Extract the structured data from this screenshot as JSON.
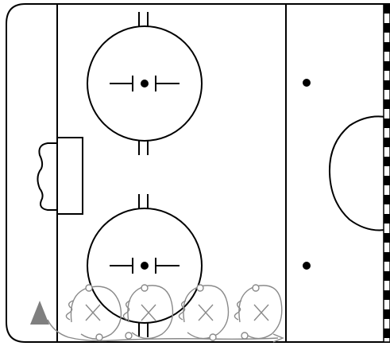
{
  "diagram": {
    "type": "hockey-drill",
    "colors": {
      "rink_lines": "#000000",
      "drill_path": "#8a8a8a",
      "player_marker": "#7f7f7f",
      "background": "#ffffff"
    },
    "icons": {
      "player": "triangle",
      "obstacle": "x-mark",
      "cone": "small-circle"
    },
    "obstacle_count": 4
  }
}
